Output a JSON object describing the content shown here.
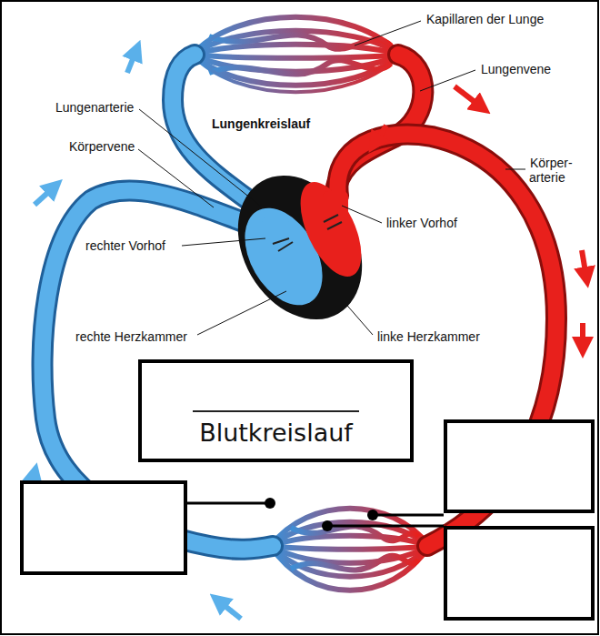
{
  "diagram": {
    "nodes": [
      {
        "text": [
          "Blutkreislauf"
        ]
      }
    ],
    "labels": [
      "Kapillaren der Lunge",
      "Lungenvene",
      "Lungenarterie",
      "Lungenkreislauf",
      "Körpervene",
      "Körper- arterie",
      "linker Vorhof",
      "rechter Vorhof",
      "rechte Herzkammer",
      "linke Herzkammer"
    ]
  }
}
